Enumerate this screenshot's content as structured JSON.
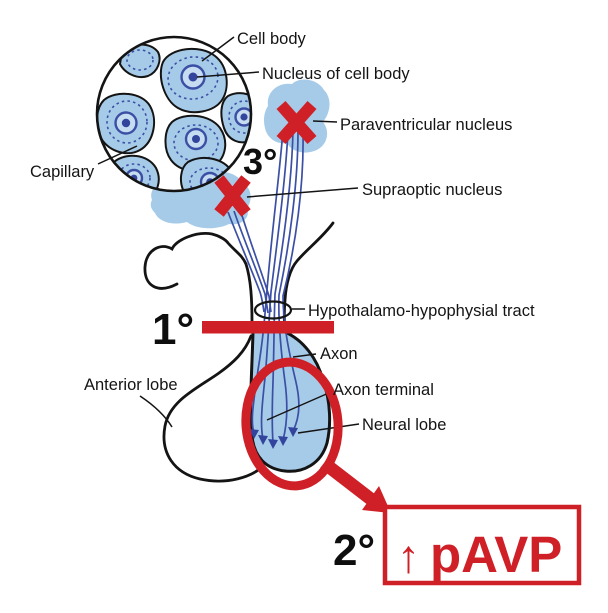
{
  "figure": {
    "inset": {
      "cell_body": "Cell body",
      "nucleus_of_cell_body": "Nucleus of cell body",
      "capillary": "Capillary"
    },
    "labels": {
      "paraventricular_nucleus": "Paraventricular nucleus",
      "supraoptic_nucleus": "Supraoptic nucleus",
      "hypothalamo_hypophysial_tract": "Hypothalamo-hypophysial tract",
      "axon": "Axon",
      "axon_terminal": "Axon terminal",
      "neural_lobe": "Neural lobe",
      "anterior_lobe": "Anterior lobe"
    },
    "markers": {
      "primary": "1°",
      "secondary": "2°",
      "tertiary": "3°"
    },
    "callout": {
      "arrow": "↑",
      "label": "pAVP"
    },
    "colors": {
      "red": "#d02027",
      "light_blue": "#a6cbe8",
      "dark_blue": "#3b4fa5",
      "ink": "#141414"
    }
  }
}
